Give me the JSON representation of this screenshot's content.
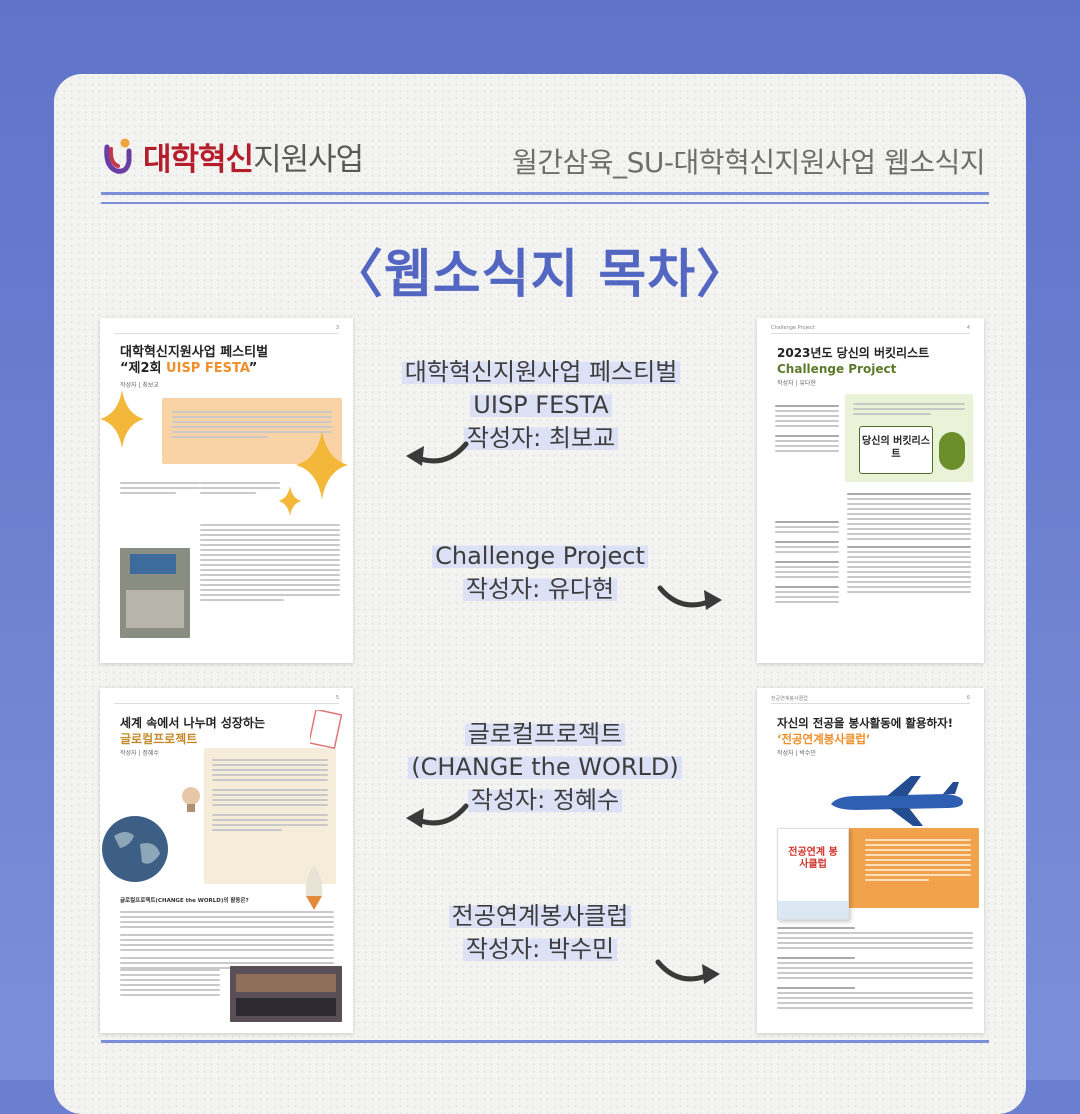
{
  "header": {
    "logo_text_red": "대학혁신",
    "logo_text_dark": "지원사업",
    "title": "월간삼육_SU-대학혁신지원사업 웹소식지"
  },
  "toc_title": "〈웹소식지 목차〉",
  "articles": [
    {
      "title": "대학혁신지원사업 페스티벌",
      "subtitle": "UISP FESTA",
      "author": "작성자: 최보교",
      "thumb_title_line1": "대학혁신지원사업 페스티벌",
      "thumb_title_line2_a": "“제2회 ",
      "thumb_title_line2_b": "UISP FESTA",
      "thumb_title_line2_c": "”",
      "thumb_author": "작성자 | 최보교",
      "thumb_page": "3"
    },
    {
      "title": "Challenge Project",
      "author": "작성자: 유다현",
      "thumb_header": "Challenge Project",
      "thumb_title_line1": "2023년도 당신의 버킷리스트",
      "thumb_title_line2": "Challenge Project",
      "thumb_author": "작성자 | 유다현",
      "thumb_badge": "당신의 버킷리스트",
      "thumb_page": "4"
    },
    {
      "title": "글로컬프로젝트",
      "subtitle": "(CHANGE the WORLD)",
      "author": "작성자: 정혜수",
      "thumb_title_line1": "세계 속에서 나누며 성장하는",
      "thumb_title_line2": "글로컬프로젝트",
      "thumb_author": "작성자 | 정혜수",
      "thumb_section": "글로컬프로젝트(CHANGE the WORLD)의 활동은?",
      "thumb_page": "5"
    },
    {
      "title": "전공연계봉사클럽",
      "author": "작성자: 박수민",
      "thumb_header": "전공연계봉사클럽",
      "thumb_title_line1": "자신의 전공을 봉사활동에 활용하자!",
      "thumb_title_line2": "‘전공연계봉사클럽’",
      "thumb_author": "작성자 | 박수민",
      "thumb_book_text": "전공연계 봉사클럽",
      "thumb_page": "6"
    }
  ],
  "colors": {
    "background": "#6a7fd0",
    "paper": "#f3f3f1",
    "accent_blue": "#5266c2",
    "logo_red": "#b51d2b",
    "highlight": "#dde1f6",
    "orange": "#ef8f2b",
    "box_peach": "#f9d3a6"
  },
  "icons": [
    "curved-arrow-left-icon",
    "curved-arrow-right-icon",
    "sparkle-star-icon",
    "globe-icon",
    "airplane-icon",
    "lightbulb-icon",
    "rocket-icon"
  ]
}
